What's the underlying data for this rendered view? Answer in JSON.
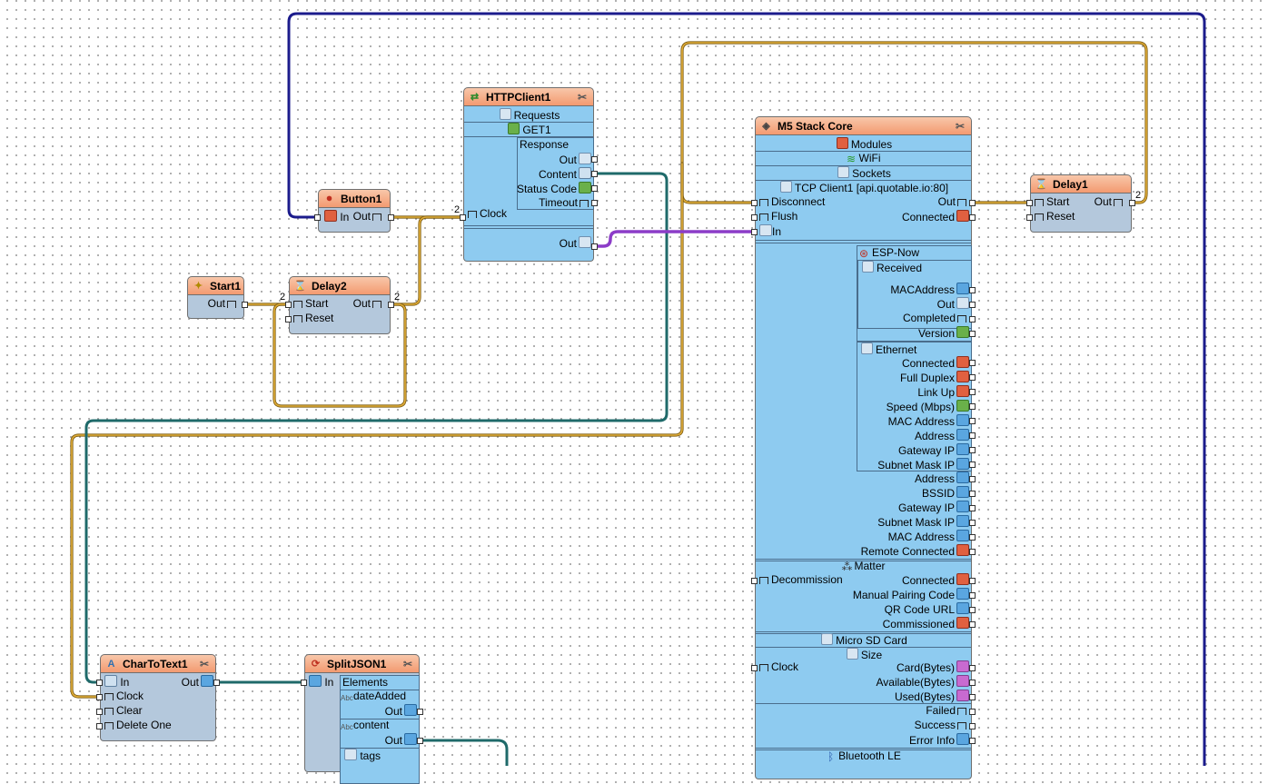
{
  "components": {
    "button1": {
      "title": "Button1",
      "pins": {
        "in": "In",
        "out": "Out"
      }
    },
    "start1": {
      "title": "Start1",
      "pins": {
        "out": "Out"
      }
    },
    "delay2": {
      "title": "Delay2",
      "pins": {
        "start": "Start",
        "reset": "Reset",
        "out": "Out"
      }
    },
    "delay1": {
      "title": "Delay1",
      "pins": {
        "start": "Start",
        "reset": "Reset",
        "out": "Out"
      }
    },
    "httpclient1": {
      "title": "HTTPClient1",
      "requests": "Requests",
      "get": "GET1",
      "response": "Response",
      "clock": "Clock",
      "response_pins": [
        "Out",
        "Content",
        "Status Code",
        "Timeout"
      ],
      "out": "Out"
    },
    "chartotext1": {
      "title": "CharToText1",
      "pins": {
        "in": "In",
        "clock": "Clock",
        "clear": "Clear",
        "delete_one": "Delete One",
        "out": "Out"
      }
    },
    "splitjson1": {
      "title": "SplitJSON1",
      "in": "In",
      "elements": "Elements",
      "items": [
        {
          "name": "dateAdded",
          "out": "Out"
        },
        {
          "name": "content",
          "out": "Out"
        },
        {
          "name": "tags"
        }
      ]
    },
    "m5": {
      "title": "M5 Stack Core",
      "modules": "Modules",
      "wifi": "WiFi",
      "sockets": "Sockets",
      "tcp": "TCP Client1 [api.quotable.io:80]",
      "tcp_in": [
        "Disconnect",
        "Flush",
        "In"
      ],
      "tcp_out": [
        "Out",
        "Connected"
      ],
      "espnow": "ESP-Now",
      "received": "Received",
      "espnow_pins": [
        "MACAddress",
        "Out",
        "Completed",
        "Version"
      ],
      "ethernet": "Ethernet",
      "ethernet_pins": [
        "Connected",
        "Full Duplex",
        "Link Up",
        "Speed (Mbps)",
        "MAC Address",
        "Address",
        "Gateway IP",
        "Subnet Mask IP"
      ],
      "wifi_pins": [
        "Address",
        "BSSID",
        "Gateway IP",
        "Subnet Mask IP",
        "MAC Address",
        "Remote Connected"
      ],
      "matter": "Matter",
      "decommission": "Decommission",
      "matter_pins": [
        "Connected",
        "Manual Pairing Code",
        "QR Code URL",
        "Commissioned"
      ],
      "sd": "Micro SD Card",
      "size": "Size",
      "sd_clock": "Clock",
      "size_pins": [
        "Card(Bytes)",
        "Available(Bytes)",
        "Used(Bytes)"
      ],
      "sd_pins": [
        "Failed",
        "Success",
        "Error Info"
      ],
      "ble": "Bluetooth LE"
    }
  },
  "wire_labels": {
    "http_clock": "2",
    "delay2_start": "2",
    "delay2_out": "2",
    "delay1_out": "2"
  },
  "colors": {
    "wire_clock": "#c8901a",
    "wire_data": "#1f6a6a",
    "wire_blue": "#1c1c8c",
    "wire_purple": "#8c3cc8",
    "header": "#f39a70",
    "body_blue": "#8ecbf0",
    "body_gray": "#b4c8dc"
  }
}
